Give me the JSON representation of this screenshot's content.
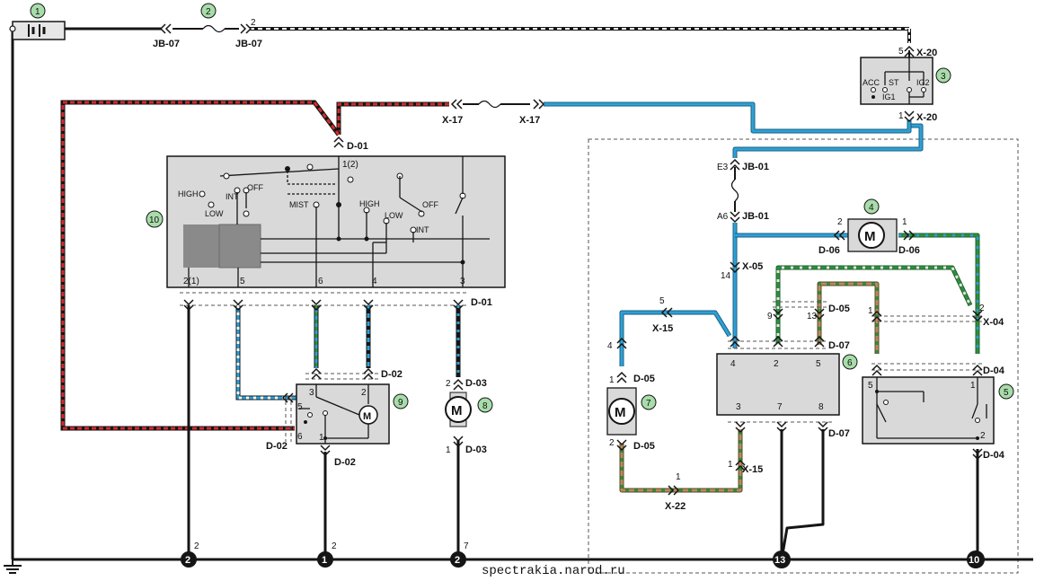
{
  "colors": {
    "wire_black": "#151515",
    "wire_red": "#d42a2a",
    "wire_blue": "#2ea0d6",
    "wire_green": "#2f8f3f",
    "wire_brown": "#b88a5a",
    "box_fill": "#d9d9d9",
    "ref_fill": "#a8dcaa"
  },
  "refs": [
    "1",
    "2",
    "3",
    "4",
    "5",
    "6",
    "7",
    "8",
    "9",
    "10"
  ],
  "connectors": {
    "jb07_a": "JB-07",
    "jb07_b": "JB-07",
    "x20_top": "X-20",
    "x20_bot": "X-20",
    "x17_a": "X-17",
    "x17_b": "X-17",
    "d01_top": "D-01",
    "d01_bot": "D-01",
    "jb01_top": "JB-01",
    "jb01_bot": "JB-01",
    "d06_left": "D-06",
    "d06_right": "D-06",
    "x05": "X-05",
    "x15_top": "X-15",
    "x15_bot": "X-15",
    "d05_top": "D-05",
    "d05_right": "D-05",
    "d05_bot": "D-05",
    "d07_top": "D-07",
    "d07_bot": "D-07",
    "x04": "X-04",
    "d04_top": "D-04",
    "d04_bot": "D-04",
    "x22": "X-22",
    "d02_top": "D-02",
    "d02_left": "D-02",
    "d02_bot": "D-02",
    "d03_top": "D-03",
    "d03_bot": "D-03"
  },
  "switch_labels": {
    "high": "HIGH",
    "low": "LOW",
    "int": "INT",
    "off": "OFF",
    "mist": "MIST",
    "high2": "HIGH",
    "low2": "LOW",
    "off2": "OFF",
    "int2": "INT"
  },
  "ignition_labels": {
    "acc": "ACC",
    "st": "ST",
    "ig1": "IG1",
    "ig2": "IG2"
  },
  "pins": {
    "p2_jb07": "2",
    "p5_x20": "5",
    "p1_x20": "1",
    "p12_d01": "1(2)",
    "p21_d01": "2(1)",
    "p5_d01": "5",
    "p6_d01": "6",
    "p4_d01": "4",
    "p3_d01": "3",
    "p3_m9": "3",
    "p2_m9": "2",
    "p5_m9": "5",
    "p6_m9": "6",
    "p1_m9": "1",
    "p2_d03": "2",
    "p1_d03": "1",
    "e3": "E3",
    "a6": "A6",
    "p14": "14",
    "p2_m4": "2",
    "p1_m4": "1",
    "p5_x15": "5",
    "p4_c7": "4",
    "p1_c7": "1",
    "p2_c7": "2",
    "p1_x22": "1",
    "p1_x15": "1",
    "p9": "9",
    "p13": "13",
    "p4_c6": "4",
    "p2_c6": "2",
    "p5_c6": "5",
    "p3_c6": "3",
    "p7_c6": "7",
    "p8_c6": "8",
    "p2_x04": "2",
    "p1_x04": "1",
    "p5_c5": "5",
    "p1_c5": "1",
    "p2_c5": "2",
    "g_a": "2",
    "g_b": "2",
    "g_c": "7"
  },
  "grounds": [
    "2",
    "1",
    "2",
    "13",
    "10"
  ],
  "watermark": "spectrakia.narod.ru"
}
